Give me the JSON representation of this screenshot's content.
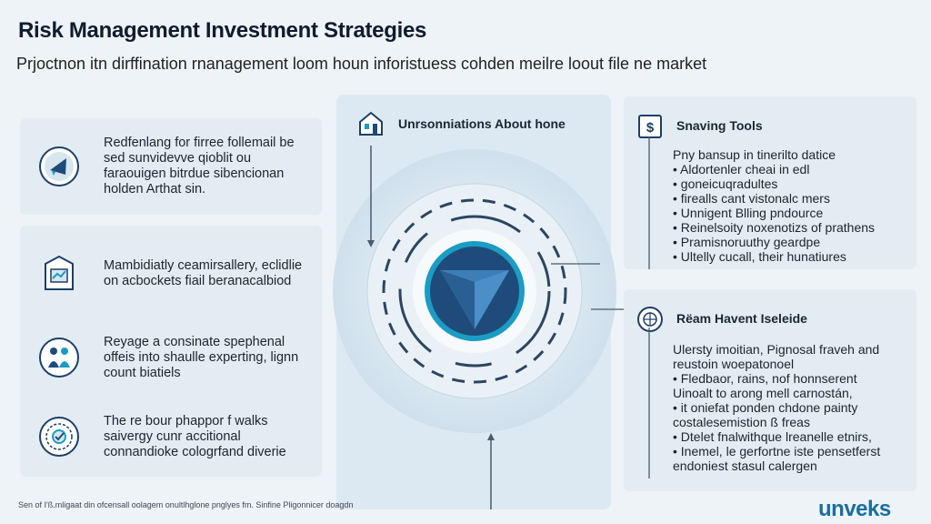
{
  "title": "Risk Management Investment Strategies",
  "subtitle": "Prjoctnon itn dirffination rnanagement loom houn inforistuess cohden meilre loout file ne market",
  "left_cards": [
    {
      "icon": "megaphone-icon",
      "text": "Redfenlang for firree follemail be sed sunvidevve qioblit ou faraouigen bitrdue sibencionan holden Arthat sin."
    },
    {
      "icon": "document-chart-icon",
      "text": "Mambidiatly ceamirsallery, eclidlie on acbockets fiail beranacalbiod"
    },
    {
      "icon": "people-icon",
      "text": "Reyage a consinate spephenal offeis into shaulle experting, lignn count biatiels"
    },
    {
      "icon": "gear-badge-icon",
      "text": "The re bour phappor f walks saivergy cunr accitional connandioke cologrfand diverie"
    }
  ],
  "center": {
    "icon": "house-icon",
    "title": "Unrsonniations About hone"
  },
  "right_cards": [
    {
      "icon": "dollar-document-icon",
      "title": "Snaving Tools",
      "lines": [
        "Pny bansup in tinerilto datice",
        "• Aldortenler cheai in edl",
        "• goneicuqradultes",
        "• firealls cant vistonalc mers",
        "• Unnigent Blling pndource",
        "• Reinelsoity noxenotizs of prathens",
        "• Pramisnoruuthy geardpe",
        "• Ultelly cucall, their hunatiures"
      ]
    },
    {
      "icon": "globe-badge-icon",
      "title": "Rëam Havent Iseleide",
      "lines": [
        "Ulersty imoitian, Pignosal fraveh and",
        "reustoin woepatonoel",
        "• Fledbaor, rains, nof honnserent",
        "Uinoalt to arong mell carnostán,",
        "• it oniefat ponden chdone painty",
        "costalesemistion ß freas",
        "• Dtelet fnalwithque lreanelle etnirs,",
        "• Inemel, le gerfortne iste pensetferst",
        "endoniest stasul calergen"
      ]
    }
  ],
  "footer": "Sen of I'ß.mligaat din ofcensall oolagem onultlhglone pnglyes fm. Sinfine Pligonnicer doagdn",
  "brand": "unveks",
  "colors": {
    "accent": "#1b9cc4",
    "accent_dark": "#1e3f66",
    "panel": "#e3ecf3",
    "brand": "#1a6ea0"
  }
}
